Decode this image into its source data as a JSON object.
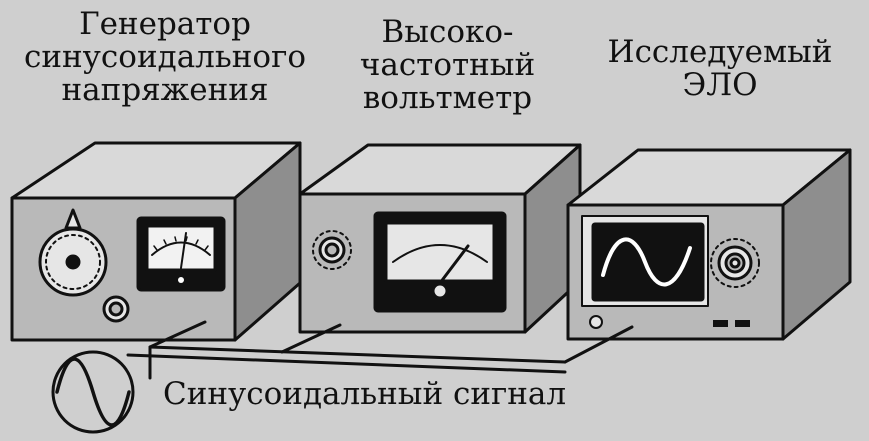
{
  "labels": {
    "generator": [
      "Генератор",
      "синусоидального",
      "напряжения"
    ],
    "voltmeter": [
      "Высоко-",
      "частотный",
      "вольтметр"
    ],
    "elo": [
      "Исследуемый",
      "ЭЛО"
    ]
  },
  "signal_caption": "Синусоидальный сигнал",
  "colors": {
    "background": "#cfcfcf",
    "device_front": "#b9b9b9",
    "device_top": "#d9d9d9",
    "device_side": "#8e8e8e",
    "outline": "#111111",
    "screen": "#111111",
    "trace": "#ffffff"
  },
  "icons": [
    "dial-knob-icon",
    "analog-meter-icon",
    "sine-wave-icon",
    "crt-screen-icon"
  ]
}
